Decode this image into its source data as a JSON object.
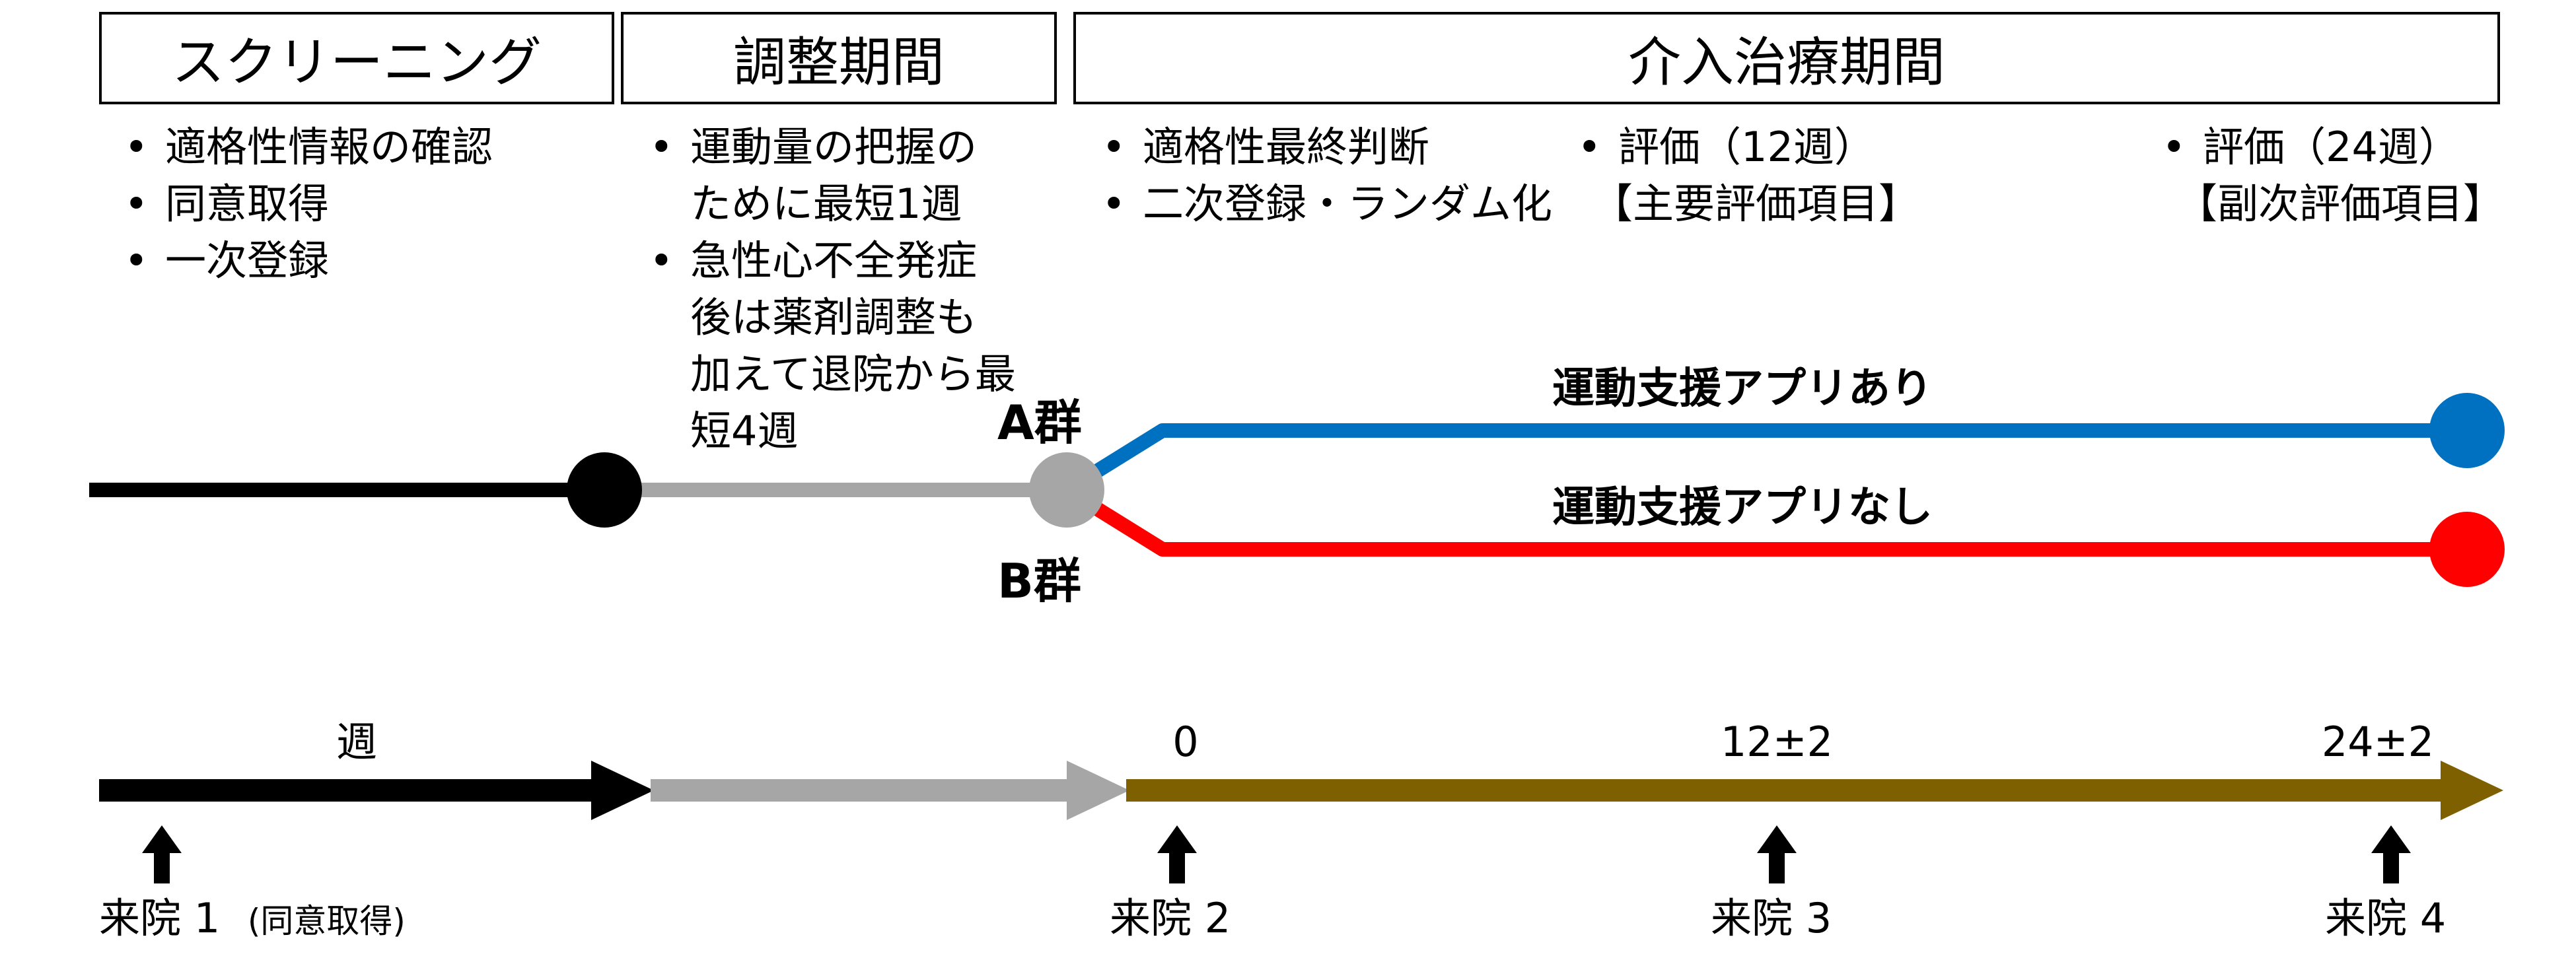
{
  "phases": {
    "screening": "スクリーニング",
    "adjustment": "調整期間",
    "intervention": "介入治療期間"
  },
  "screening_items": [
    "適格性情報の確認",
    "同意取得",
    "一次登録"
  ],
  "adjustment_items": [
    [
      "運動量の把握の",
      "ために最短1週"
    ],
    [
      "急性心不全発症",
      "後は薬剤調整も",
      "加えて退院から最",
      "短4週"
    ]
  ],
  "intervention_items": [
    "適格性最終判断",
    "二次登録・ランダム化"
  ],
  "evaluations": [
    {
      "label": "評価（12週）",
      "sub": "【主要評価項目】"
    },
    {
      "label": "評価（24週）",
      "sub": "【副次評価項目】"
    }
  ],
  "groups": {
    "a": {
      "name": "A群",
      "desc": "運動支援アプリあり",
      "color": "#0070C0"
    },
    "b": {
      "name": "B群",
      "desc": "運動支援アプリなし",
      "color": "#FF0000"
    }
  },
  "timeline": {
    "unit": "週",
    "ticks": [
      "0",
      "12±2",
      "24±2"
    ],
    "colors": {
      "screening": "#000000",
      "adjustment": "#A6A6A6",
      "intervention": "#7F6000"
    }
  },
  "visits": [
    {
      "label": "来院 1",
      "note": "(同意取得)"
    },
    {
      "label": "来院 2",
      "note": ""
    },
    {
      "label": "来院 3",
      "note": ""
    },
    {
      "label": "来院 4",
      "note": ""
    }
  ]
}
